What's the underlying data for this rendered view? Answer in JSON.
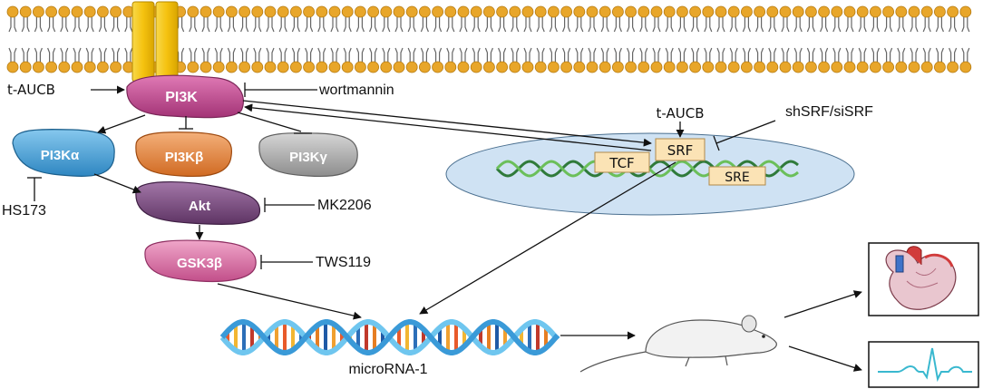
{
  "labels": {
    "pi3k": "PI3K",
    "pi3ka": "PI3Kα",
    "pi3kb": "PI3Kβ",
    "pi3kg": "PI3Kγ",
    "akt": "Akt",
    "gsk3b": "GSK3β",
    "tcf": "TCF",
    "srf": "SRF",
    "sre": "SRE"
  },
  "drugs": {
    "t_aucb_left": "t-AUCB",
    "wortmannin": "wortmannin",
    "hs173": "HS173",
    "mk2206": "MK2206",
    "tws119": "TWS119",
    "t_aucb_nucleus": "t-AUCB",
    "shsrf": "shSRF/siSRF"
  },
  "mirna_label": "microRNA-1",
  "colors": {
    "receptor": "#f5c20f",
    "pi3k": "#c2478f",
    "pi3ka": "#4aa3d8",
    "pi3kb": "#e98a3e",
    "pi3kg": "#a9a9a9",
    "akt": "#7d4b82",
    "gsk3b": "#d4669e",
    "nucleus": "#cfe2f3",
    "membrane_head": "#e8a62a",
    "ecg": "#39b8cf"
  },
  "icons": {
    "mouse": "mouse-icon",
    "heart": "heart-icon",
    "ecg": "ecg-icon"
  }
}
